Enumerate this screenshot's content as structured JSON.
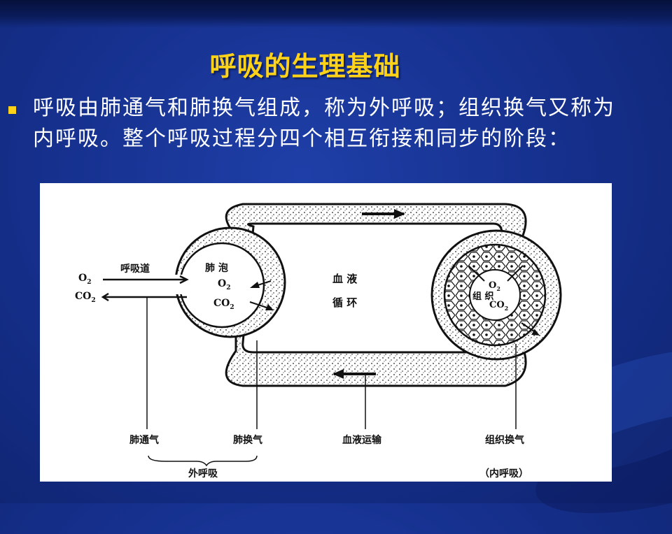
{
  "slide": {
    "title": "呼吸的生理基础",
    "bullet_text": "呼吸由肺通气和肺换气组成，称为外呼吸；组织换气又称为内呼吸。整个呼吸过程分四个相互衔接和同步的阶段："
  },
  "diagram": {
    "airway_label": "呼吸道",
    "o2": "O",
    "o2_sub": "2",
    "co2": "CO",
    "co2_sub": "2",
    "alveolus_label": "肺 泡",
    "blood_line1": "血  液",
    "blood_line2": "循  环",
    "tissue_label": "组  织",
    "bottom_labels": {
      "pulmonary_ventilation": "肺通气",
      "pulmonary_exchange": "肺换气",
      "blood_transport": "血液运输",
      "tissue_exchange": "组织换气"
    },
    "external_respiration": "外呼吸",
    "internal_respiration": "（内呼吸）"
  }
}
